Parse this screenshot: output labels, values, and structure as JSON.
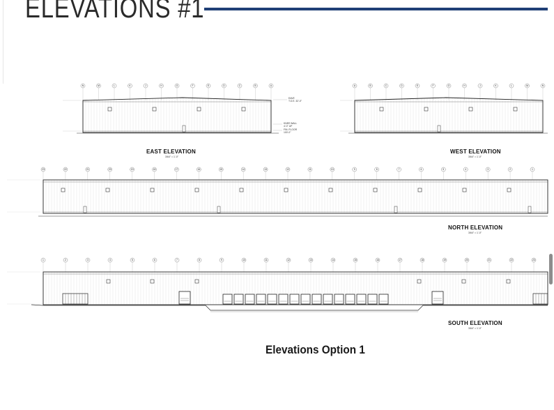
{
  "document": {
    "title": "ELEVATIONS #1",
    "caption": "Elevations Option 1",
    "accent_color": "#1f3f76"
  },
  "east": {
    "label": "EAST ELEVATION",
    "scale": "3/64\" = 1'-0\"",
    "grid_labels": [
      "N",
      "M",
      "L",
      "K",
      "J",
      "H",
      "G",
      "F",
      "E",
      "D",
      "C",
      "B",
      "A"
    ],
    "notes": {
      "eave": "EAVE",
      "eave_el": "T.O.E. 32'-0\"",
      "knee_wall": "KNEE WALL",
      "knee_el": "4'-0\" UP",
      "fin_floor": "FIN. FLOOR",
      "fin_el": "100'-0\""
    }
  },
  "west": {
    "label": "WEST ELEVATION",
    "scale": "3/64\" = 1'-0\"",
    "grid_labels": [
      "A",
      "B",
      "C",
      "D",
      "E",
      "F",
      "G",
      "H",
      "J",
      "K",
      "L",
      "M",
      "N"
    ]
  },
  "north": {
    "label": "NORTH ELEVATION",
    "scale": "3/64\" = 1'-0\"",
    "grid_labels": [
      "23",
      "22",
      "21",
      "20",
      "19",
      "18",
      "17",
      "16",
      "15",
      "14",
      "13",
      "12",
      "11",
      "10",
      "9",
      "8",
      "7",
      "6",
      "5",
      "4",
      "3",
      "2",
      "1"
    ]
  },
  "south": {
    "label": "SOUTH ELEVATION",
    "scale": "3/64\" = 1'-0\"",
    "grid_labels": [
      "1",
      "2",
      "3",
      "4",
      "5",
      "6",
      "7",
      "8",
      "9",
      "10",
      "11",
      "12",
      "13",
      "14",
      "15",
      "16",
      "17",
      "18",
      "19",
      "20",
      "21",
      "22",
      "23"
    ],
    "dock_doors": 15
  }
}
